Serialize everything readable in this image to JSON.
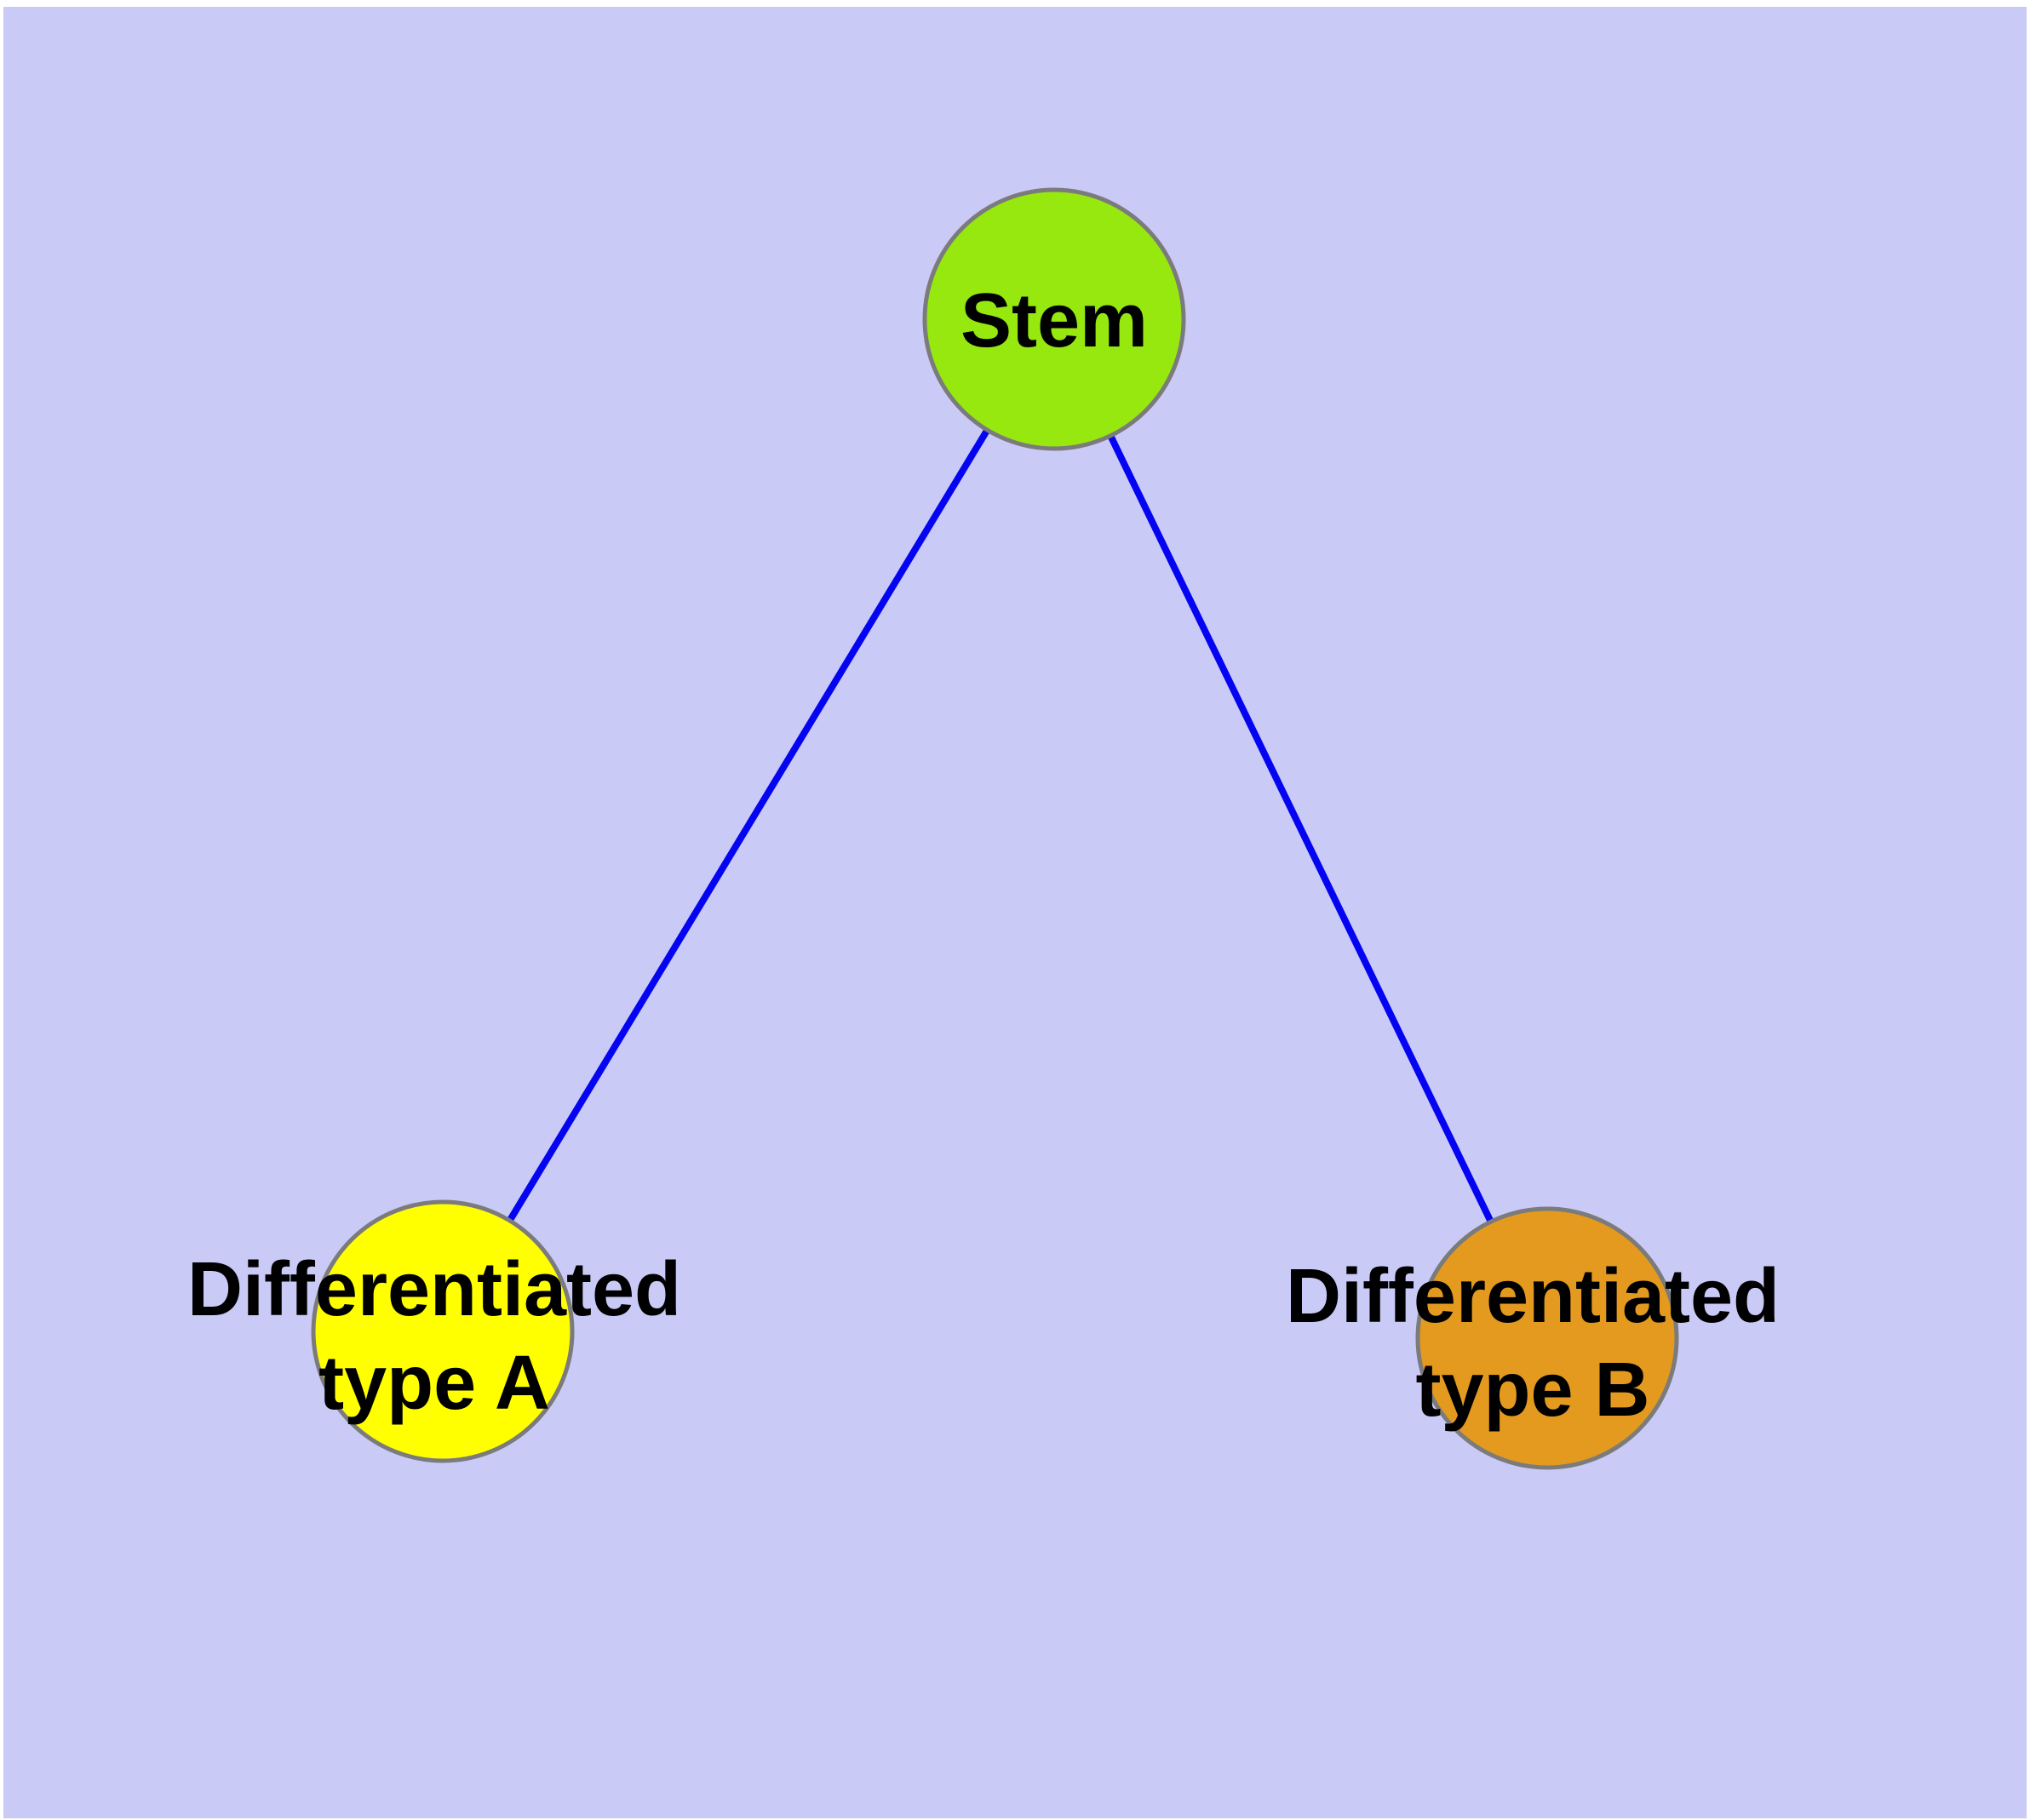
{
  "diagram": {
    "background_color": "#cacaf7",
    "frame_color": "#ffffff",
    "edge_color": "#0404f2",
    "node_border_color": "#7b7b7b",
    "label_color": "#000000",
    "nodes": {
      "stem": {
        "label": "Stem",
        "fill": "#96e80f"
      },
      "type_a": {
        "label_line1": "Differentiated",
        "label_line2": "type A",
        "fill": "#ffff00"
      },
      "type_b": {
        "label_line1": "Differentiated",
        "label_line2": "type B",
        "fill": "#e39a1f"
      }
    },
    "edges": [
      {
        "from": "Stem",
        "to": "Differentiated type A"
      },
      {
        "from": "Stem",
        "to": "Differentiated type B"
      }
    ]
  }
}
